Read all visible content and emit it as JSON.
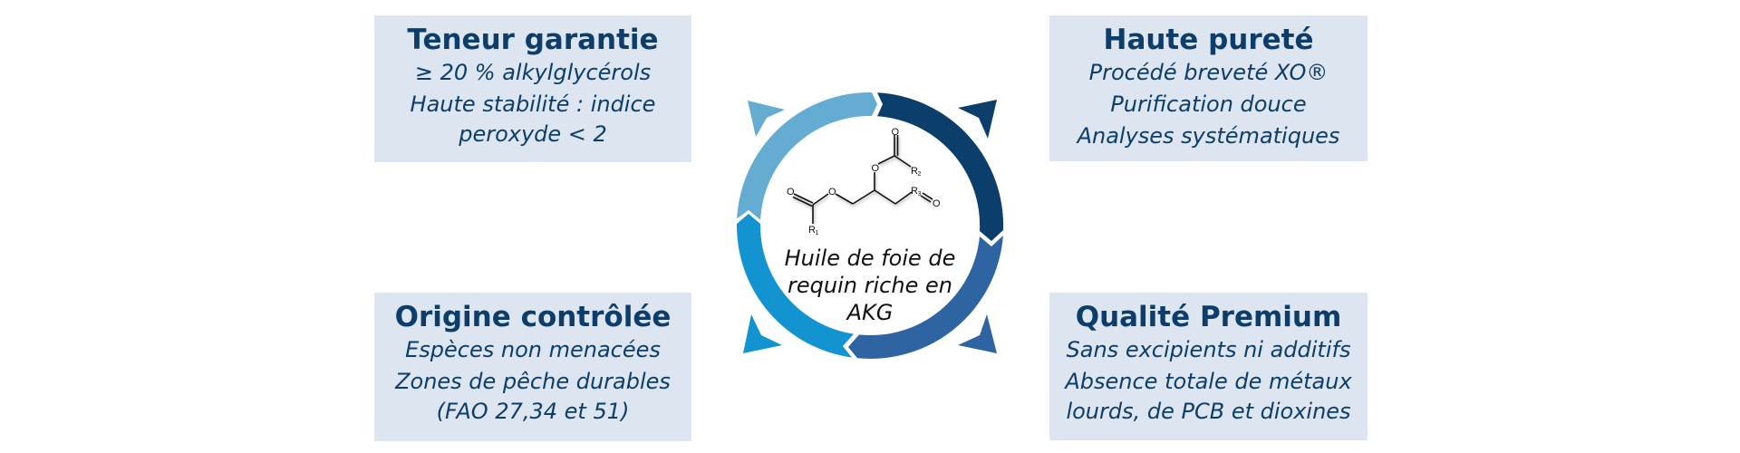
{
  "colors": {
    "box_background": "#dde6f0",
    "title_text": "#0c3d6b",
    "segment_top_left": "#64acd2",
    "segment_top_right": "#0b3e6b",
    "segment_bottom_right": "#2f64a2",
    "segment_bottom_left": "#1493d1"
  },
  "center": {
    "label": "Huile de foie de requin riche en AKG",
    "label_lines": [
      "Huile de foie de",
      "requin riche en",
      "AKG"
    ],
    "molecule": {
      "atoms": [
        "O",
        "O",
        "R1",
        "O",
        "O",
        "R2",
        "R3",
        "O"
      ],
      "labels": {
        "r1": "R",
        "r1_sub": "1",
        "r2": "R",
        "r2_sub": "2",
        "r3": "R",
        "r3_sub": "3",
        "o": "O"
      }
    }
  },
  "boxes": {
    "top_left": {
      "title": "Teneur garantie",
      "lines": [
        "≥ 20 % alkylglycérols",
        "Haute stabilité : indice",
        "peroxyde < 2"
      ]
    },
    "top_right": {
      "title": "Haute pureté",
      "lines": [
        "Procédé breveté XO®",
        "Purification douce",
        "Analyses systématiques"
      ]
    },
    "bottom_left": {
      "title": "Origine contrôlée",
      "lines": [
        "Espèces non menacées",
        "Zones de pêche durables",
        "(FAO 27,34 et 51)"
      ]
    },
    "bottom_right": {
      "title": "Qualité Premium",
      "lines": [
        "Sans excipients ni additifs",
        "Absence totale de métaux",
        "lourds, de PCB et dioxines"
      ]
    }
  },
  "icons": {
    "arrow_top_left": "triangle-arrow-icon",
    "arrow_top_right": "triangle-arrow-icon",
    "arrow_bottom_left": "triangle-arrow-icon",
    "arrow_bottom_right": "triangle-arrow-icon"
  }
}
